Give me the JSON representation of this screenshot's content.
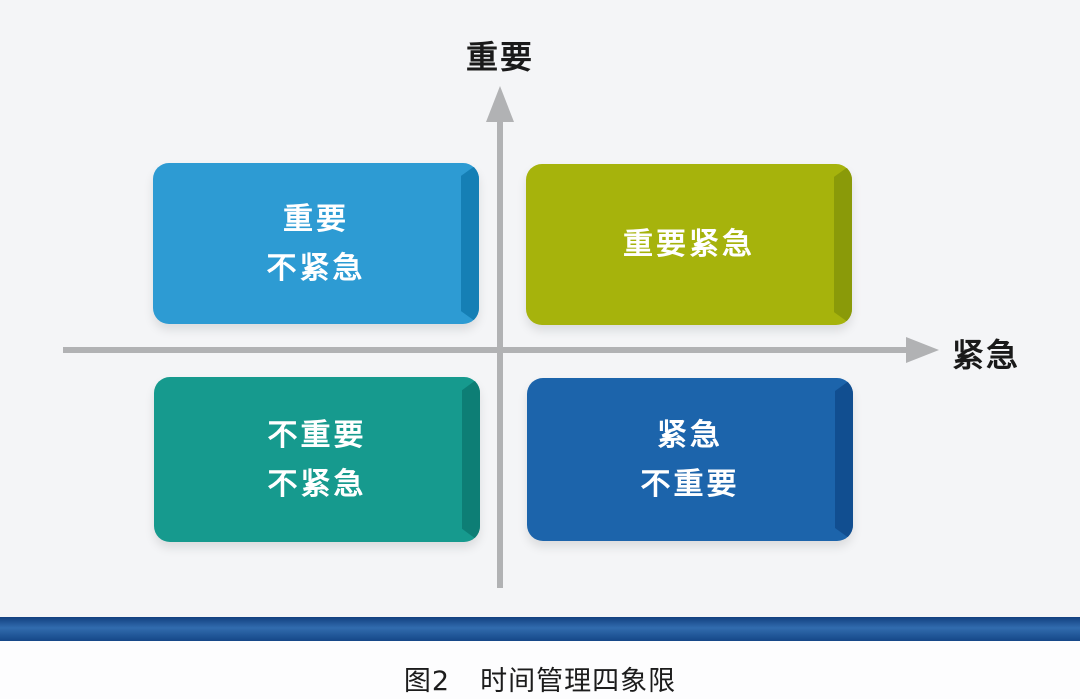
{
  "axes": {
    "vertical_label": "重要",
    "horizontal_label": "紧急",
    "axis_color": "#b1b2b4"
  },
  "quadrants": [
    {
      "position": "top-left",
      "lines": [
        "重要",
        "不紧急"
      ],
      "color": "#2d9bd3",
      "edge_color": "#157fb5"
    },
    {
      "position": "top-right",
      "lines": [
        "重要紧急"
      ],
      "color": "#a6b30c",
      "edge_color": "#8a9a09"
    },
    {
      "position": "bottom-left",
      "lines": [
        "不重要",
        "不紧急"
      ],
      "color": "#169a8e",
      "edge_color": "#0d7e75"
    },
    {
      "position": "bottom-right",
      "lines": [
        "紧急",
        "不重要"
      ],
      "color": "#1c64ab",
      "edge_color": "#114e90"
    }
  ],
  "divider": {
    "color": "#1a5ba5"
  },
  "caption": {
    "figure_label": "图2",
    "title": "时间管理四象限"
  }
}
